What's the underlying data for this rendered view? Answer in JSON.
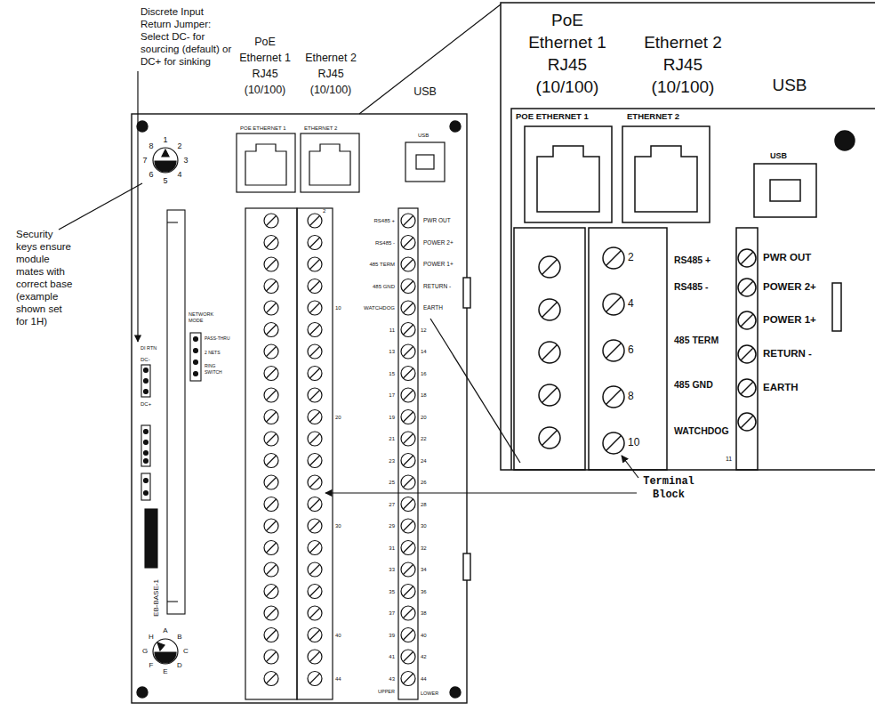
{
  "diagram": {
    "labels": [
      "Discrete Input Return Jumper: Select DC- for sourcing (default) or DC+ for sinking",
      "PoE Ethernet 1 RJ45 (10/100)",
      "Ethernet 2 RJ45 (10/100)",
      "USB",
      "Security keys ensure module mates with correct base (example shown set for 1H)",
      "POE ETHERNET 1",
      "ETHERNET 2",
      "USB",
      "1",
      "2",
      "3",
      "4",
      "5",
      "6",
      "7",
      "8",
      "DI RTN",
      "DC-",
      "DC+",
      "NETWORK MODE",
      "PASS-THRU",
      "2 NETS",
      "RING SWITCH",
      "EB-BASE-1",
      "A",
      "B",
      "C",
      "D",
      "E",
      "F",
      "G",
      "H",
      "RS485 +",
      "RS485 -",
      "485 TERM",
      "485 GND",
      "WATCHDOG",
      "PWR OUT",
      "POWER 2+",
      "POWER 1+",
      "RETURN -",
      "EARTH",
      "2",
      "10",
      "20",
      "30",
      "40",
      "44",
      "11",
      "13",
      "15",
      "17",
      "19",
      "21",
      "23",
      "25",
      "27",
      "29",
      "31",
      "33",
      "35",
      "37",
      "39",
      "41",
      "43",
      "12",
      "14",
      "16",
      "18",
      "20",
      "22",
      "24",
      "26",
      "28",
      "30",
      "32",
      "34",
      "36",
      "38",
      "40",
      "42",
      "44",
      "UPPER",
      "LOWER",
      "PoE Ethernet 1 RJ45 (10/100)",
      "Ethernet 2 RJ45 (10/100)",
      "USB",
      "POE ETHERNET 1",
      "ETHERNET 2",
      "USB",
      "2",
      "4",
      "6",
      "8",
      "10",
      "RS485 +",
      "RS485 -",
      "485 TERM",
      "485 GND",
      "WATCHDOG",
      "PWR OUT",
      "POWER 2+",
      "POWER 1+",
      "RETURN -",
      "EARTH",
      "11",
      "Terminal Block"
    ]
  }
}
